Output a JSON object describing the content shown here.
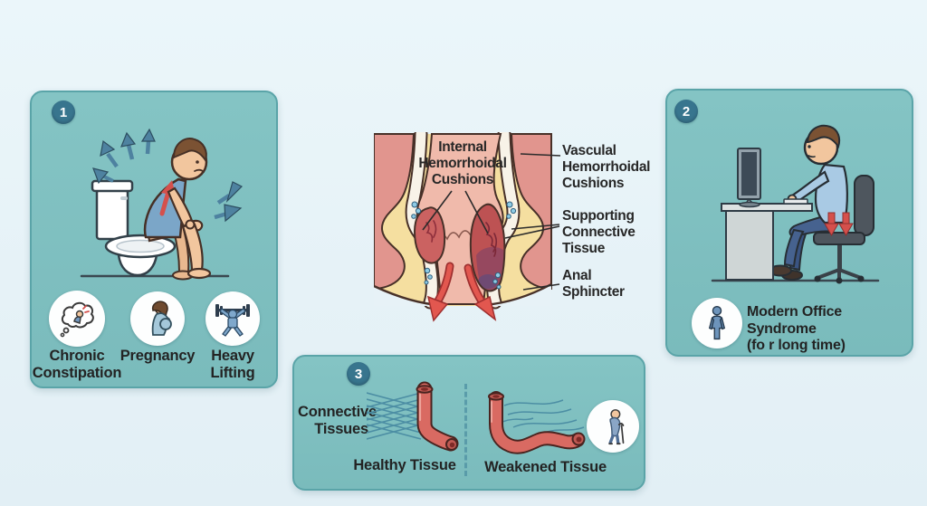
{
  "panels": {
    "causes": {
      "badge": "1",
      "illustration": "man straining on toilet with pressure arrows",
      "items": [
        {
          "icon": "thought-cloud-strain-icon",
          "label": "Chronic\nConstipation"
        },
        {
          "icon": "pregnant-woman-icon",
          "label": "Pregnancy"
        },
        {
          "icon": "weight-lifter-icon",
          "label": "Heavy\nLifting"
        }
      ]
    },
    "office": {
      "badge": "2",
      "illustration": "man sitting at computer desk with downward pressure arrows",
      "icon": "standing-person-icon",
      "caption": "Modern Office Syndrome\n(fo r long time)"
    },
    "tissue": {
      "badge": "3",
      "side_label": "Connective\nTissues",
      "healthy_label": "Healthy Tissue",
      "weakened_label": "Weakened Tissue",
      "icon": "elderly-person-cane-icon"
    }
  },
  "anatomy": {
    "labels": {
      "internal": "Internal\nHemorrhoidal\nCushions",
      "vascular": "Vasculal\nHemorrhoidal\nCushions",
      "supporting": "Supporting\nConnective\nTissue",
      "anal": "Anal\nSphincter"
    }
  },
  "colors": {
    "background": "#e7f2f7",
    "panel_fill": "#7fc0c0",
    "panel_border": "#5aa4a8",
    "badge_fill": "#38758e",
    "text": "#262626",
    "diagram_bg": "#f5dfa0",
    "tissue_pink": "#e1958e",
    "canal_pink": "#f0baab",
    "cushion_red": "#c25856",
    "vessel_red": "#d96a62",
    "fiber_blue": "#4a8ca3",
    "arrow_red": "#d5504c"
  }
}
